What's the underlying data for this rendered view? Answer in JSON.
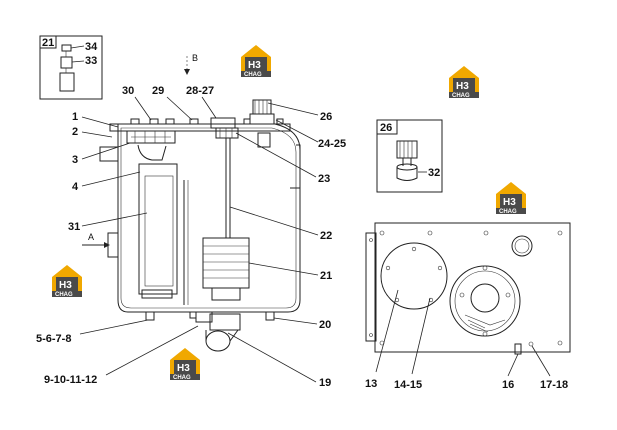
{
  "callouts": {
    "c1": "1",
    "c2": "2",
    "c3": "3",
    "c4": "4",
    "c31": "31",
    "c30": "30",
    "c29": "29",
    "c2827": "28-27",
    "c26": "26",
    "c2425": "24-25",
    "c23": "23",
    "c22": "22",
    "c21": "21",
    "c20": "20",
    "c19": "19",
    "c5678": "5-6-7-8",
    "c9101112": "9-10-11-12",
    "c13": "13",
    "c1415": "14-15",
    "c16": "16",
    "c1718": "17-18",
    "c34": "34",
    "c33": "33",
    "c32": "32"
  },
  "views": {
    "view_a": "A",
    "view_b": "B"
  },
  "detail_boxes": {
    "box21_title": "21",
    "box26_title": "26"
  },
  "logo": {
    "mark": "H3",
    "sub": "CHAG",
    "accent": "#f0a800",
    "dark": "#4a4a4a"
  }
}
